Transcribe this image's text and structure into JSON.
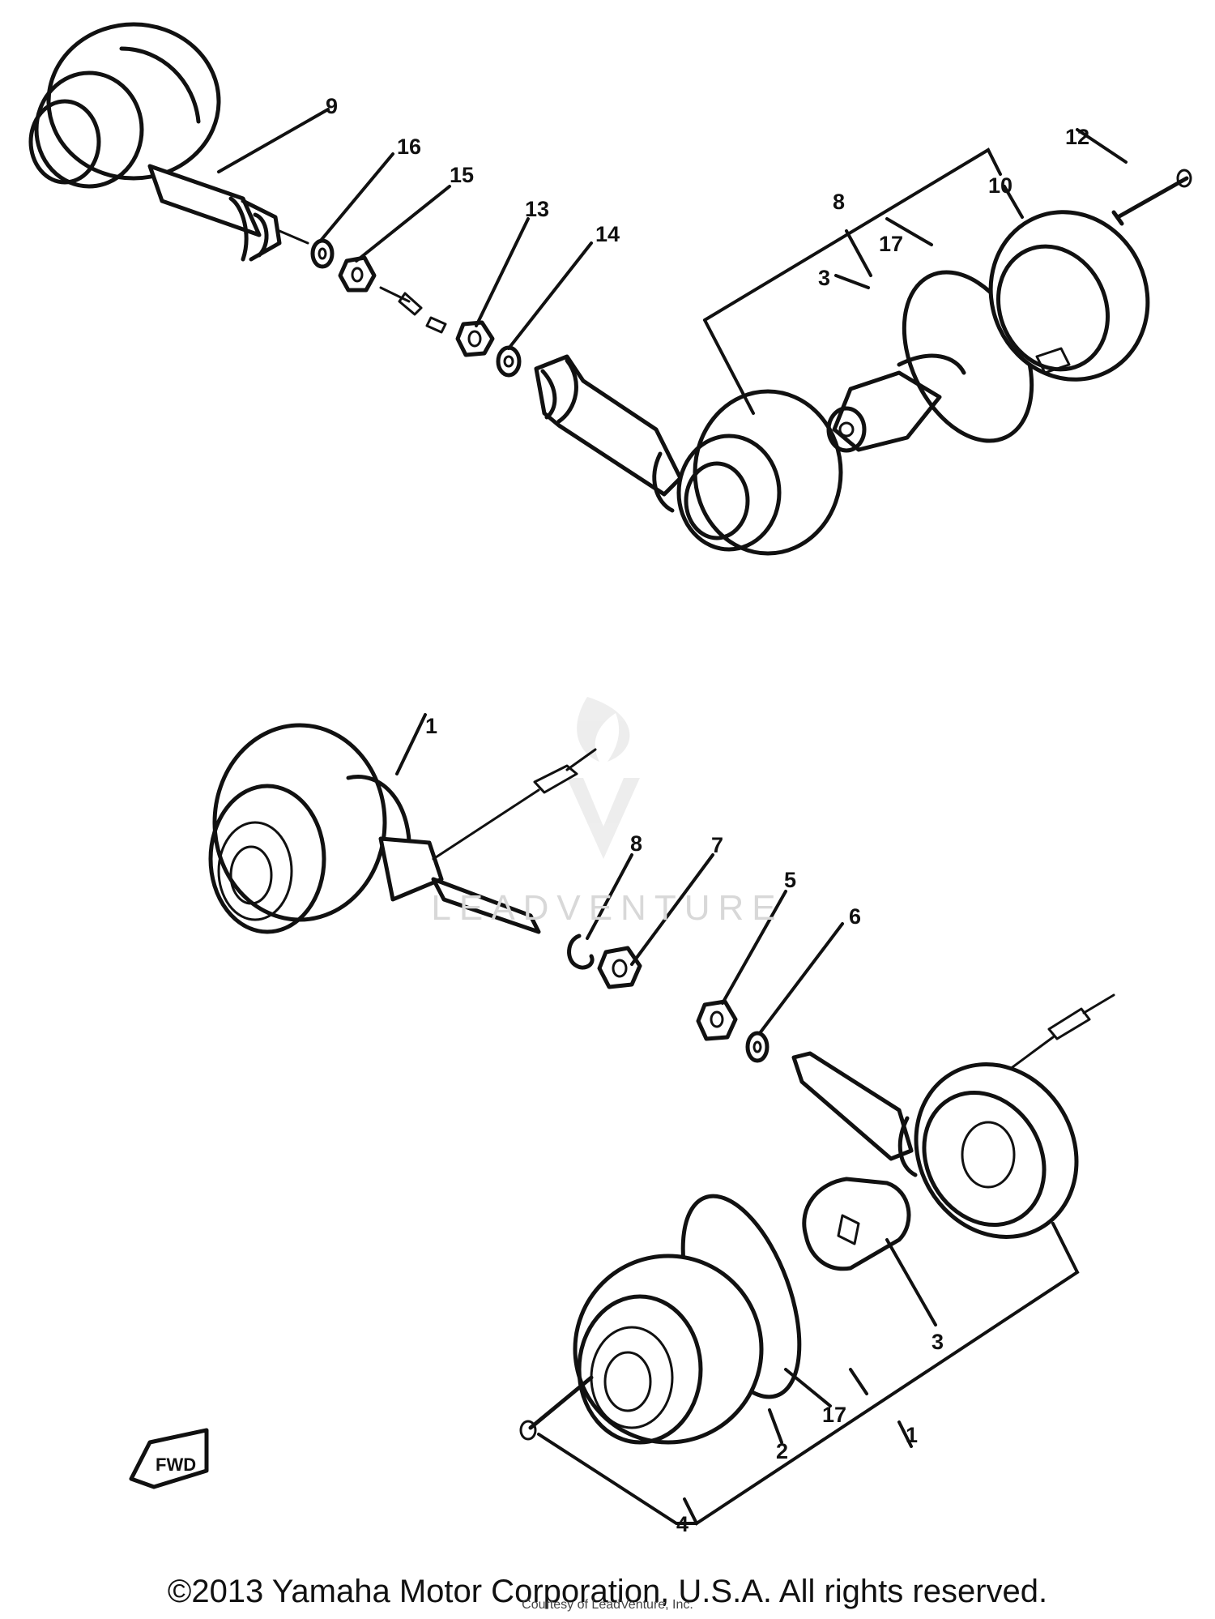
{
  "diagram": {
    "callouts": {
      "c9": "9",
      "c16": "16",
      "c15": "15",
      "c13": "13",
      "c14": "14",
      "c8": "8",
      "c17_top": "17",
      "c3_top": "3",
      "c10": "10",
      "c12": "12",
      "c1_left": "1",
      "c8_lower": "8",
      "c7": "7",
      "c5": "5",
      "c6": "6",
      "c3_bottom": "3",
      "c17_bottom": "17",
      "c1_bottom": "1",
      "c2": "2",
      "c4": "4"
    },
    "fwd_marker": "FWD"
  },
  "watermark": {
    "brand": "LEADVENTURE",
    "sub": "Courtesy of LeadVenture, Inc."
  },
  "footer": {
    "copyright": "©2013 Yamaha Motor Corporation, U.S.A. All rights reserved."
  },
  "colors": {
    "ink": "#111111",
    "background": "#ffffff",
    "watermark": "#d8d8d8"
  }
}
